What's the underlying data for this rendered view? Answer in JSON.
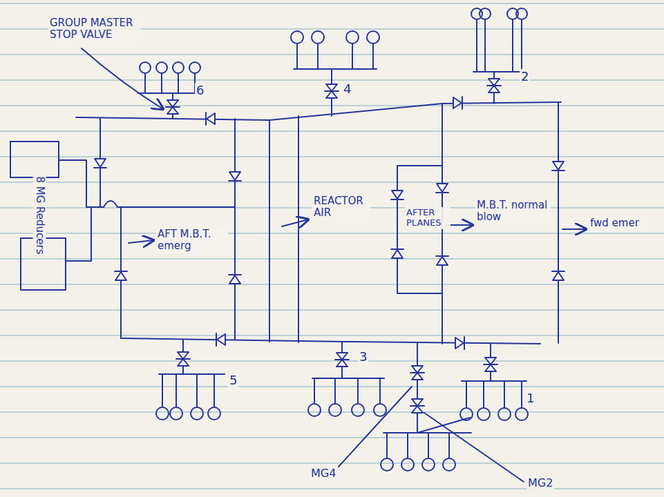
{
  "diagram": {
    "labels": [
      "GROUP MASTER STOP VALVE",
      "6",
      "4",
      "2",
      "8 MG Reducers",
      "AFT M.B.T. emerg",
      "REACTOR AIR",
      "AFTER PLANES",
      "M.B.T. normal blow",
      "fwd emer",
      "5",
      "3",
      "1",
      "MG4",
      "MG2"
    ]
  }
}
